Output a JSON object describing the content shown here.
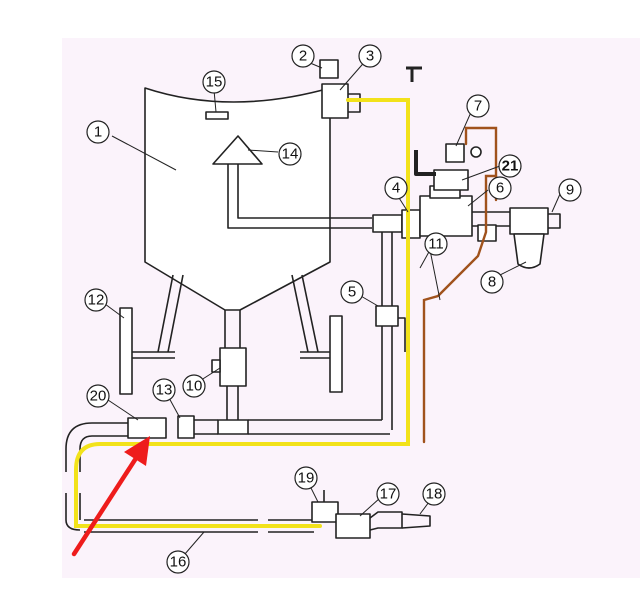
{
  "diagram": {
    "callouts": [
      {
        "id": "c1",
        "label": "1"
      },
      {
        "id": "c2",
        "label": "2"
      },
      {
        "id": "c3",
        "label": "3"
      },
      {
        "id": "c4",
        "label": "4"
      },
      {
        "id": "c5",
        "label": "5"
      },
      {
        "id": "c6",
        "label": "6"
      },
      {
        "id": "c7",
        "label": "7"
      },
      {
        "id": "c8",
        "label": "8"
      },
      {
        "id": "c9",
        "label": "9"
      },
      {
        "id": "c10",
        "label": "10"
      },
      {
        "id": "c11",
        "label": "11"
      },
      {
        "id": "c12",
        "label": "12"
      },
      {
        "id": "c13",
        "label": "13"
      },
      {
        "id": "c14",
        "label": "14"
      },
      {
        "id": "c15",
        "label": "15"
      },
      {
        "id": "c16",
        "label": "16"
      },
      {
        "id": "c17",
        "label": "17"
      },
      {
        "id": "c18",
        "label": "18"
      },
      {
        "id": "c19",
        "label": "19"
      },
      {
        "id": "c20",
        "label": "20"
      },
      {
        "id": "c21",
        "label": "21"
      }
    ],
    "colors": {
      "line": "#222222",
      "air_line": "#f2e21a",
      "control_line": "#a0521c",
      "arrow": "#ee1c1c",
      "panel": "#fbf3fb"
    }
  }
}
